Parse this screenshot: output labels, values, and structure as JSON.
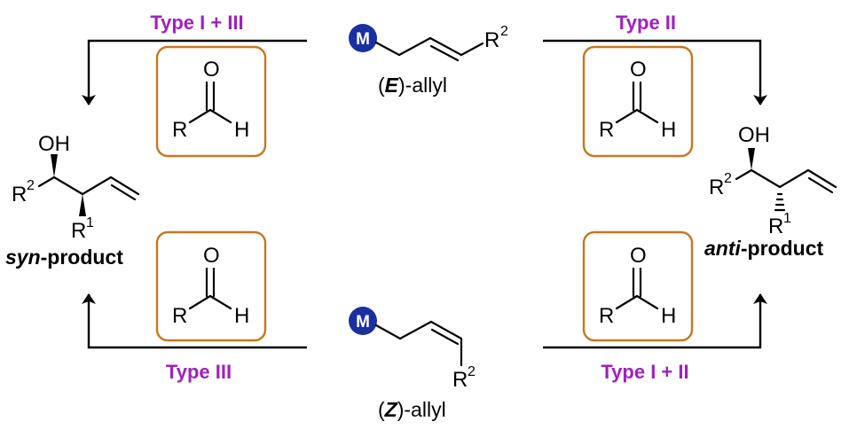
{
  "colors": {
    "type_label": "#a020c0",
    "box_border": "#c8761e",
    "metal": "#1a2fa0"
  },
  "labels": {
    "type_top_left": "Type I + III",
    "type_top_right": "Type II",
    "type_bottom_left": "Type III",
    "type_bottom_right": "Type I + II"
  },
  "reagents": {
    "metal": "M",
    "r2": "R",
    "sup2": "2",
    "e_open": "(",
    "e_letter": "E",
    "e_close": ")-allyl",
    "z_open": "(",
    "z_letter": "Z",
    "z_close": ")-allyl"
  },
  "aldehyde": {
    "o": "O",
    "r": "R",
    "h": "H"
  },
  "syn_product": {
    "oh": "OH",
    "r2": "R",
    "sup2": "2",
    "r1": "R",
    "sup1": "1",
    "label_prefix": "syn",
    "label_suffix": "-product"
  },
  "anti_product": {
    "oh": "OH",
    "r2": "R",
    "sup2": "2",
    "r1": "R",
    "sup1": "1",
    "label_prefix": "anti",
    "label_suffix": "-product"
  },
  "icons": [
    "arrow-down-left",
    "arrow-down-right",
    "arrow-up-left",
    "arrow-up-right",
    "metal-circle",
    "aldehyde-box"
  ]
}
